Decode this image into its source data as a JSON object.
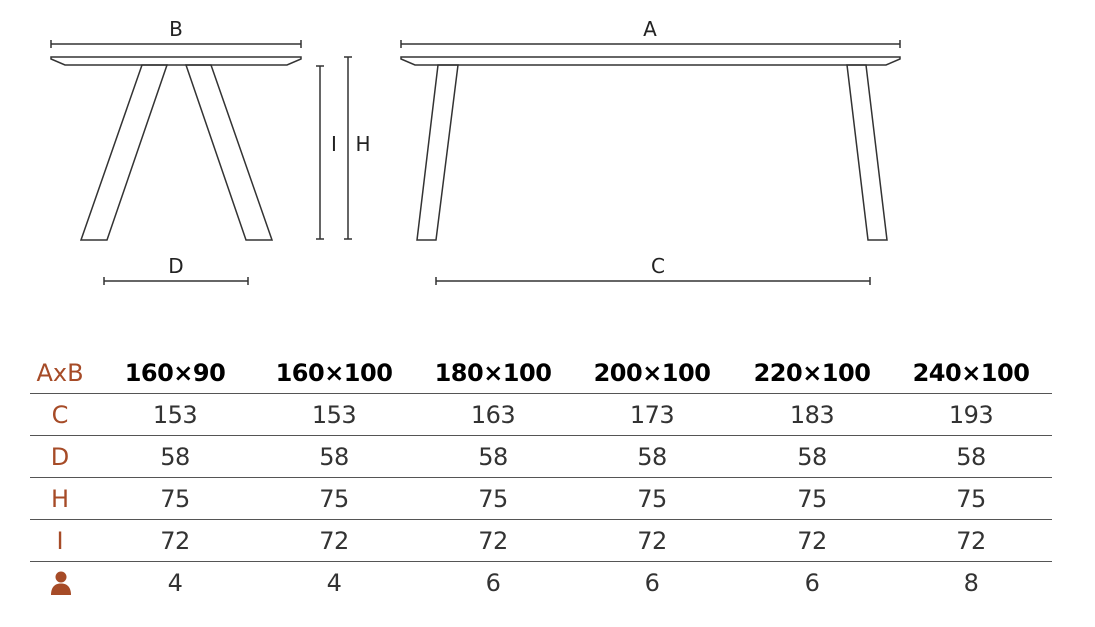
{
  "diagram": {
    "labels": {
      "a": "A",
      "b": "B",
      "c": "C",
      "d": "D",
      "h": "H",
      "i": "I"
    }
  },
  "table": {
    "header_label": "AxB",
    "sizes": [
      "160×90",
      "160×100",
      "180×100",
      "200×100",
      "220×100",
      "240×100"
    ],
    "rows": [
      {
        "label": "C",
        "values": [
          "153",
          "153",
          "163",
          "173",
          "183",
          "193"
        ]
      },
      {
        "label": "D",
        "values": [
          "58",
          "58",
          "58",
          "58",
          "58",
          "58"
        ]
      },
      {
        "label": "H",
        "values": [
          "75",
          "75",
          "75",
          "75",
          "75",
          "75"
        ]
      },
      {
        "label": "I",
        "values": [
          "72",
          "72",
          "72",
          "72",
          "72",
          "72"
        ]
      }
    ],
    "seats": {
      "icon": "person-icon",
      "values": [
        "4",
        "4",
        "6",
        "6",
        "6",
        "8"
      ]
    },
    "colors": {
      "label": "#a64b27",
      "rule": "#555555"
    }
  }
}
